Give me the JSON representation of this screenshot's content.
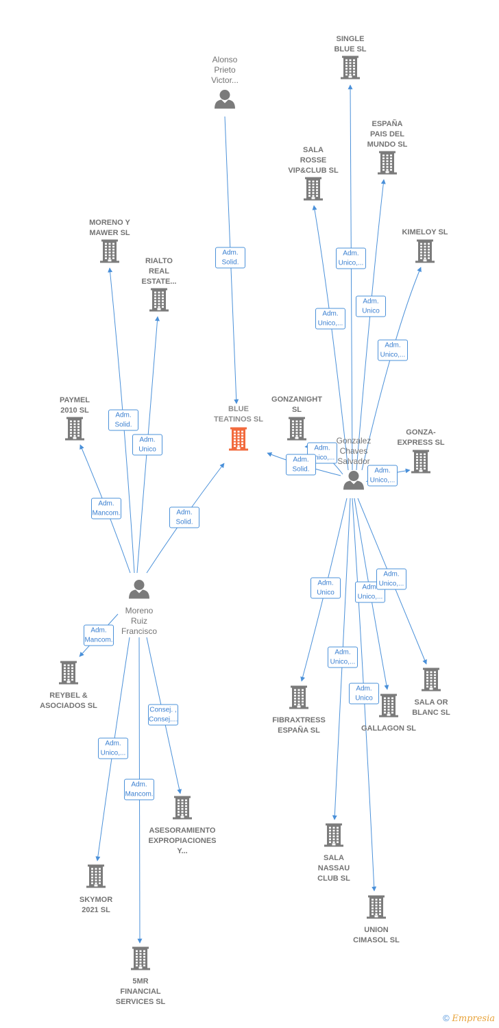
{
  "colors": {
    "edge": "#4a90d9",
    "node": "#7b7b7b",
    "main_node": "#f26a3d",
    "badge_border": "#4a90d9",
    "badge_text": "#3a7fd0",
    "label": "#737373"
  },
  "nodes": [
    {
      "id": "alonso",
      "type": "person",
      "label_lines": [
        "Alonso",
        "Prieto",
        "Victor..."
      ]
    },
    {
      "id": "single_blue",
      "type": "company",
      "label_lines": [
        "SINGLE",
        "BLUE  SL"
      ]
    },
    {
      "id": "espana_pais",
      "type": "company",
      "label_lines": [
        "ESPAÑA",
        "PAIS DEL",
        "MUNDO  SL"
      ]
    },
    {
      "id": "sala_rosse",
      "type": "company",
      "label_lines": [
        "SALA",
        "ROSSE",
        "VIP&CLUB  SL"
      ]
    },
    {
      "id": "kimeloy",
      "type": "company",
      "label_lines": [
        "KIMELOY  SL"
      ]
    },
    {
      "id": "moreno_mawer",
      "type": "company",
      "label_lines": [
        "MORENO Y",
        "MAWER  SL"
      ]
    },
    {
      "id": "rialto",
      "type": "company",
      "label_lines": [
        "RIALTO",
        "REAL",
        "ESTATE..."
      ]
    },
    {
      "id": "paymel",
      "type": "company",
      "label_lines": [
        "PAYMEL",
        "2010 SL"
      ]
    },
    {
      "id": "blue_teatinos",
      "type": "company",
      "main": true,
      "label_lines": [
        "BLUE",
        "TEATINOS  SL"
      ]
    },
    {
      "id": "gonzanight",
      "type": "company",
      "label_lines": [
        "GONZANIGHT",
        "SL"
      ]
    },
    {
      "id": "gonzalez",
      "type": "person",
      "label_lines": [
        "Gonzalez",
        "Chaves",
        "Salvador"
      ]
    },
    {
      "id": "gonza_express",
      "type": "company",
      "label_lines": [
        "GONZA-",
        "EXPRESS  SL"
      ]
    },
    {
      "id": "moreno_ruiz",
      "type": "person",
      "label_lines": [
        "Moreno",
        "Ruiz",
        "Francisco"
      ]
    },
    {
      "id": "reybel",
      "type": "company",
      "label_lines": [
        "REYBEL &",
        "ASOCIADOS SL"
      ]
    },
    {
      "id": "fibraxtress",
      "type": "company",
      "label_lines": [
        "FIBRAXTRESS",
        "ESPAÑA  SL"
      ]
    },
    {
      "id": "gallagon",
      "type": "company",
      "label_lines": [
        "GALLAGON  SL"
      ]
    },
    {
      "id": "sala_or",
      "type": "company",
      "label_lines": [
        "SALA OR",
        "BLANC  SL"
      ]
    },
    {
      "id": "asesoramiento",
      "type": "company",
      "label_lines": [
        "ASESORAMIENTO",
        "EXPROPIACIONES",
        "Y..."
      ]
    },
    {
      "id": "skymor",
      "type": "company",
      "label_lines": [
        "SKYMOR",
        "2021  SL"
      ]
    },
    {
      "id": "sala_nassau",
      "type": "company",
      "label_lines": [
        "SALA",
        "NASSAU",
        "CLUB  SL"
      ]
    },
    {
      "id": "union_cimasol",
      "type": "company",
      "label_lines": [
        "UNION",
        "CIMASOL  SL"
      ]
    },
    {
      "id": "fivemr",
      "type": "company",
      "label_lines": [
        "5MR",
        "FINANCIAL",
        "SERVICES  SL"
      ]
    }
  ],
  "edges": [
    {
      "from": "alonso",
      "to": "blue_teatinos",
      "label_lines": [
        "Adm.",
        "Solid."
      ]
    },
    {
      "from": "moreno_ruiz",
      "to": "moreno_mawer",
      "label_lines": [
        "Adm.",
        "Solid."
      ]
    },
    {
      "from": "moreno_ruiz",
      "to": "rialto",
      "label_lines": [
        "Adm.",
        "Unico"
      ]
    },
    {
      "from": "moreno_ruiz",
      "to": "paymel",
      "label_lines": [
        "Adm.",
        "Mancom."
      ]
    },
    {
      "from": "moreno_ruiz",
      "to": "blue_teatinos",
      "label_lines": [
        "Adm.",
        "Solid."
      ]
    },
    {
      "from": "moreno_ruiz",
      "to": "reybel",
      "label_lines": [
        "Adm.",
        "Mancom."
      ]
    },
    {
      "from": "moreno_ruiz",
      "to": "asesoramiento",
      "label_lines": [
        "Consej. ,",
        "Consej...."
      ]
    },
    {
      "from": "moreno_ruiz",
      "to": "skymor",
      "label_lines": [
        "Adm.",
        "Unico,..."
      ]
    },
    {
      "from": "moreno_ruiz",
      "to": "fivemr",
      "label_lines": [
        "Adm.",
        "Mancom."
      ]
    },
    {
      "from": "gonzalez",
      "to": "single_blue",
      "label_lines": [
        "Adm.",
        "Unico,..."
      ]
    },
    {
      "from": "gonzalez",
      "to": "espana_pais",
      "label_lines": [
        "Adm.",
        "Unico"
      ]
    },
    {
      "from": "gonzalez",
      "to": "sala_rosse",
      "label_lines": [
        "Adm.",
        "Unico,..."
      ]
    },
    {
      "from": "gonzalez",
      "to": "kimeloy",
      "label_lines": [
        "Adm.",
        "Unico,..."
      ]
    },
    {
      "from": "gonzalez",
      "to": "gonzanight",
      "label_lines": [
        "Adm.",
        "Unico,..."
      ]
    },
    {
      "from": "gonzalez",
      "to": "blue_teatinos",
      "label_lines": [
        "Adm.",
        "Solid."
      ]
    },
    {
      "from": "gonzalez",
      "to": "gonza_express",
      "label_lines": [
        "Adm.",
        "Unico,..."
      ]
    },
    {
      "from": "gonzalez",
      "to": "fibraxtress",
      "label_lines": [
        "Adm.",
        "Unico"
      ]
    },
    {
      "from": "gonzalez",
      "to": "sala_nassau",
      "label_lines": [
        "Adm.",
        "Unico,..."
      ]
    },
    {
      "from": "gonzalez",
      "to": "gallagon",
      "label_lines": [
        "Adm.",
        "Unico,..."
      ]
    },
    {
      "from": "gonzalez",
      "to": "sala_or",
      "label_lines": [
        "Adm.",
        "Unico,..."
      ]
    },
    {
      "from": "gonzalez",
      "to": "union_cimasol",
      "label_lines": [
        "Adm.",
        "Unico"
      ]
    }
  ],
  "footer": {
    "copyright": "©",
    "brand": "Empresia"
  }
}
